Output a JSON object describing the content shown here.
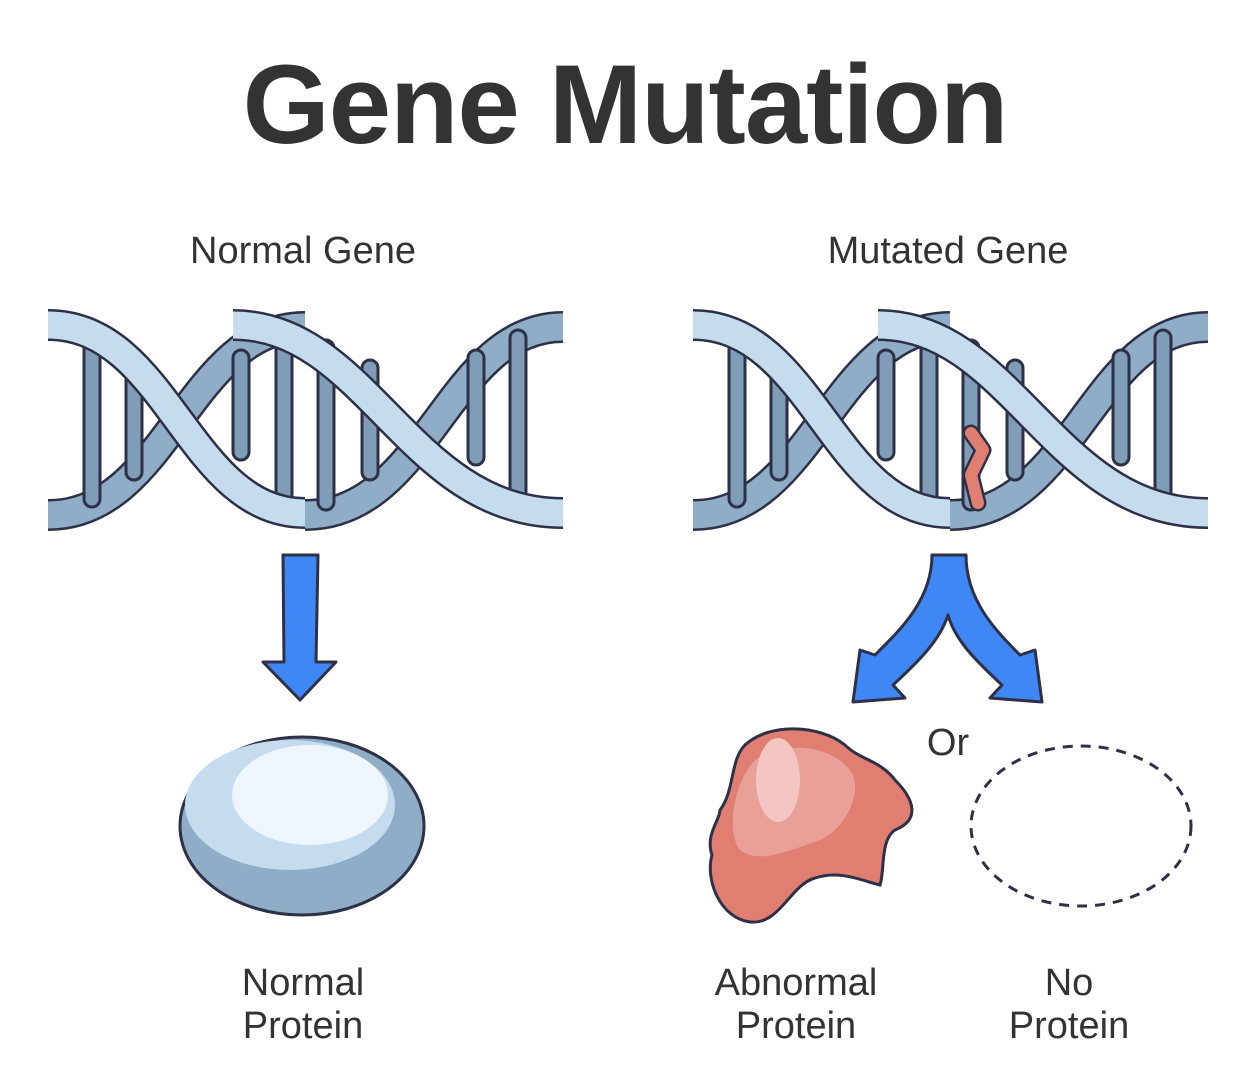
{
  "title": "Gene Mutation",
  "normal": {
    "label": "Normal Gene",
    "protein_line1": "Normal",
    "protein_line2": "Protein"
  },
  "mutated": {
    "label": "Mutated Gene",
    "or_label": "Or",
    "abnormal_line1": "Abnormal",
    "abnormal_line2": "Protein",
    "none_line1": "No",
    "none_line2": "Protein"
  },
  "colors": {
    "text": "#333333",
    "outline": "#2d3047",
    "strand_light": "#c5dcef",
    "strand_dark": "#8fadc6",
    "arrow": "#3f87f5",
    "mutation": "#e07e72"
  }
}
